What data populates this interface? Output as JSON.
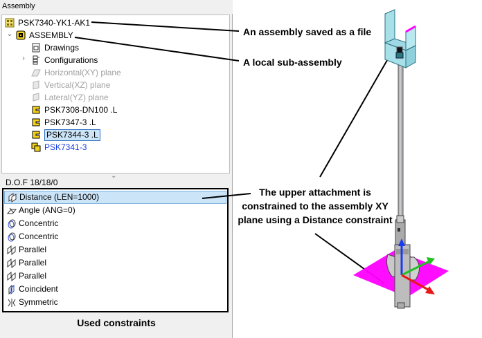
{
  "panel": {
    "title": "Assembly"
  },
  "tree": {
    "root": "PSK7340-YK1-AK1",
    "assembly": "ASSEMBLY",
    "items": [
      {
        "label": "Drawings",
        "icon": "drawings-icon",
        "state": "normal"
      },
      {
        "label": "Configurations",
        "icon": "configurations-icon",
        "state": "normal"
      },
      {
        "label": "Horizontal(XY) plane",
        "icon": "plane-icon",
        "state": "disabled"
      },
      {
        "label": "Vertical(XZ) plane",
        "icon": "plane-icon",
        "state": "disabled"
      },
      {
        "label": "Lateral(YZ) plane",
        "icon": "plane-icon",
        "state": "disabled"
      },
      {
        "label": "PSK7308-DN100 .L",
        "icon": "part-icon",
        "state": "normal"
      },
      {
        "label": "PSK7347-3 .L",
        "icon": "part-icon",
        "state": "normal"
      },
      {
        "label": "PSK7344-3 .L",
        "icon": "part-icon",
        "state": "selected"
      },
      {
        "label": "PSK7341-3",
        "icon": "subassembly-icon",
        "state": "link"
      }
    ]
  },
  "dof": {
    "label": "D.O.F  18/18/0"
  },
  "constraints": {
    "items": [
      {
        "label": "Distance (LEN=1000)",
        "icon": "distance-icon",
        "selected": true
      },
      {
        "label": "Angle (ANG=0)",
        "icon": "angle-icon",
        "selected": false
      },
      {
        "label": "Concentric",
        "icon": "concentric-icon",
        "selected": false
      },
      {
        "label": "Concentric",
        "icon": "concentric-icon",
        "selected": false
      },
      {
        "label": "Parallel",
        "icon": "parallel-icon",
        "selected": false
      },
      {
        "label": "Parallel",
        "icon": "parallel-icon",
        "selected": false
      },
      {
        "label": "Parallel",
        "icon": "parallel-icon",
        "selected": false
      },
      {
        "label": "Coincident",
        "icon": "coincident-icon",
        "selected": false
      },
      {
        "label": "Symmetric",
        "icon": "symmetric-icon",
        "selected": false
      }
    ],
    "caption": "Used constraints"
  },
  "annotations": {
    "file": "An assembly saved as a file",
    "local": "A local sub-assembly",
    "upper_line1": "The upper attachment is",
    "upper_line2": "constrained to the assembly XY",
    "upper_line3": "plane using a Distance constraint"
  },
  "colors": {
    "plane": "#ff00ff",
    "bracket": "#a8e0ea",
    "axis_x": "#e81818",
    "axis_y": "#22c022",
    "axis_z": "#1a3cf0",
    "selection": "#cce4f7",
    "link": "#1a3ee0"
  }
}
